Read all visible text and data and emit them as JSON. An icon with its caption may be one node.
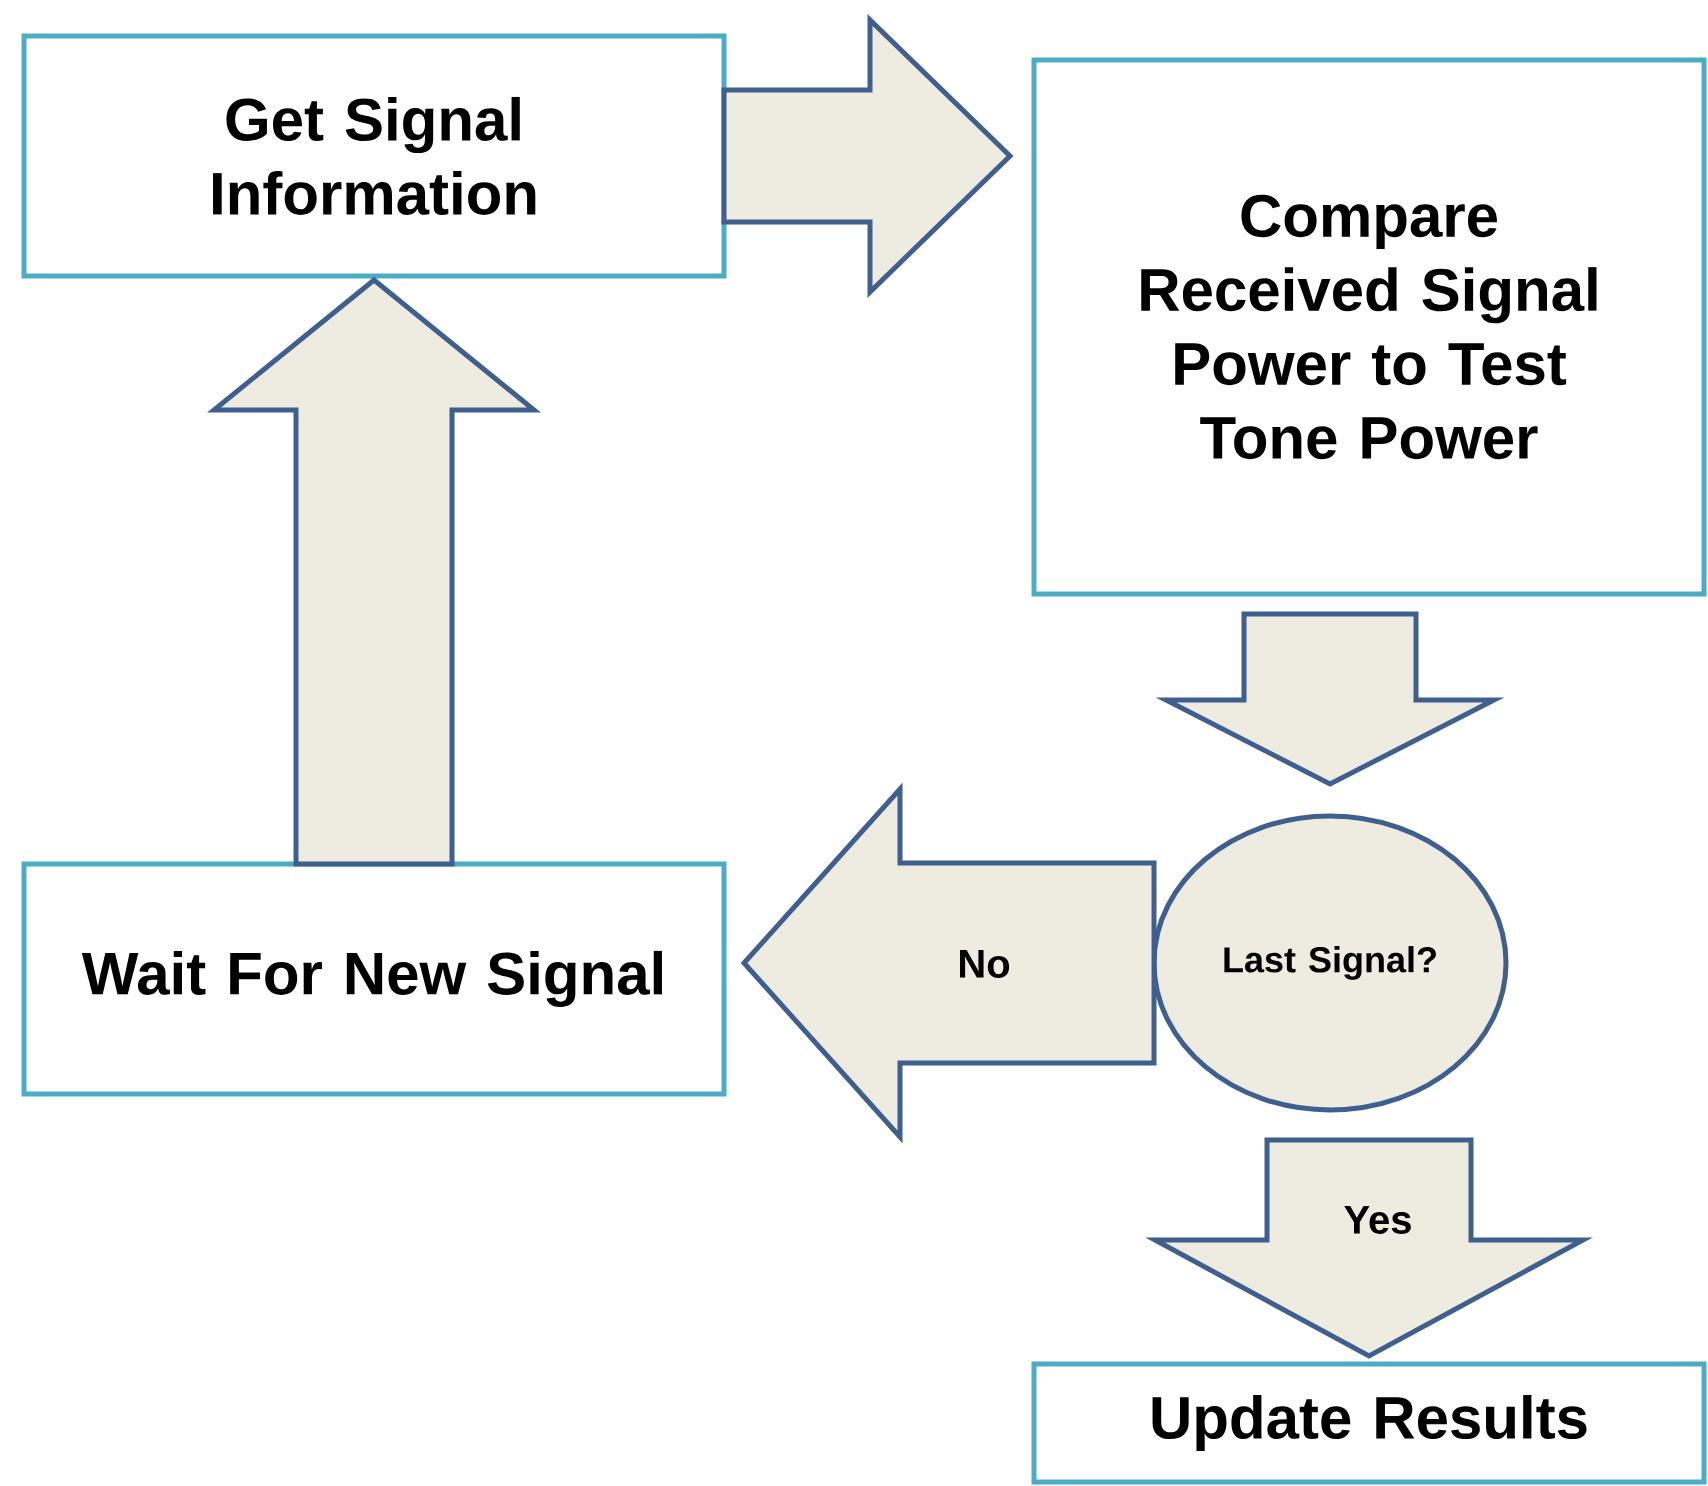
{
  "diagram": {
    "nodes": [
      {
        "text": [
          "Get Signal Information"
        ]
      },
      {
        "text": [
          "Compare Received Signal Power to Test Tone Power"
        ]
      },
      {
        "text": [
          "Last Signal?"
        ]
      },
      {
        "text": [
          "Wait For New Signal"
        ]
      },
      {
        "text": [
          "Update Results"
        ]
      }
    ],
    "edges": [
      {
        "from": 0,
        "to": 1,
        "arrow": "to"
      },
      {
        "from": 1,
        "to": 2,
        "arrow": "to"
      },
      {
        "from": 2,
        "to": 3,
        "arrow": "to",
        "label": "No"
      },
      {
        "from": 2,
        "to": 4,
        "arrow": "to",
        "label": "Yes"
      },
      {
        "from": 3,
        "to": 0,
        "arrow": "to"
      }
    ]
  }
}
